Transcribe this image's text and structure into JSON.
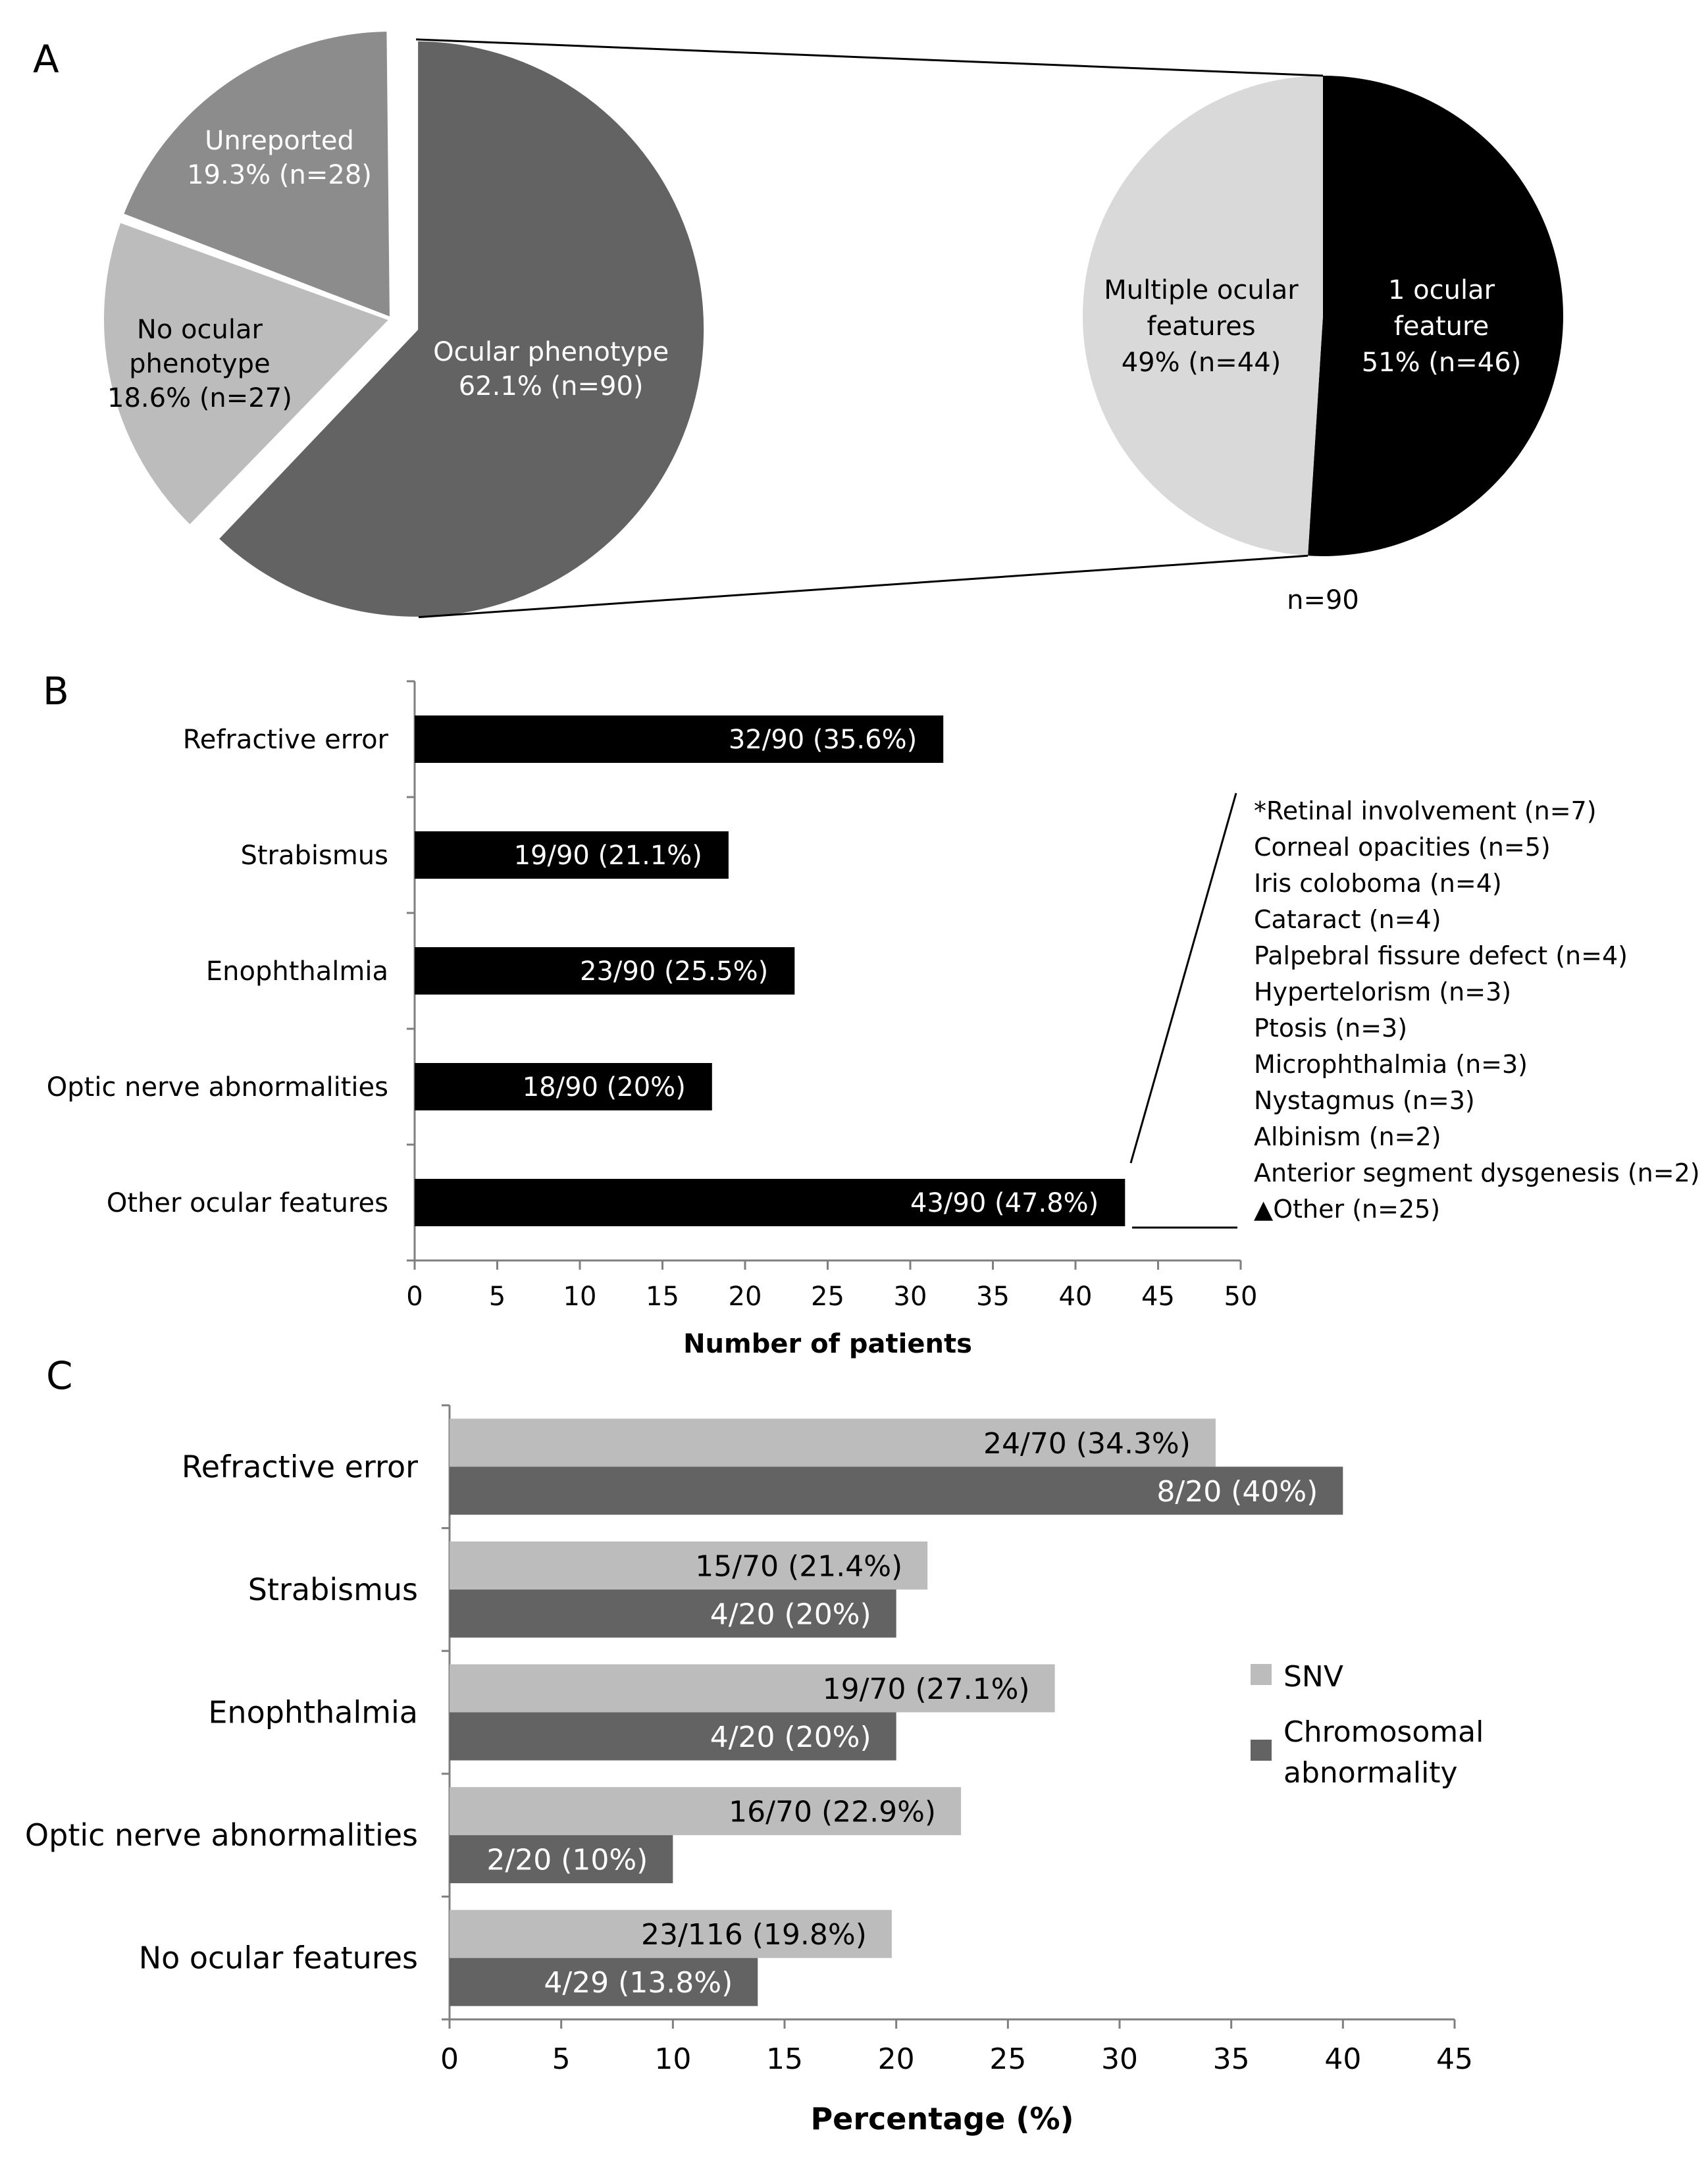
{
  "panels": {
    "a": "A",
    "b": "B",
    "c": "C"
  },
  "chart_data": [
    {
      "type": "pie",
      "panel": "A",
      "slices": [
        {
          "label_lines": [
            "Ocular phenotype",
            "62.1% (n=90)"
          ],
          "value": 62.1,
          "color": "#636363",
          "exploded": true,
          "label_color": "#ffffff"
        },
        {
          "label_lines": [
            "No ocular",
            "phenotype",
            "18.6% (n=27)"
          ],
          "value": 18.6,
          "color": "#bcbcbc",
          "exploded": false,
          "label_color": "#000000"
        },
        {
          "label_lines": [
            "Unreported",
            "19.3% (n=28)"
          ],
          "value": 19.3,
          "color": "#8c8c8c",
          "exploded": false,
          "label_color": "#ffffff"
        }
      ]
    },
    {
      "type": "pie",
      "panel": "A",
      "note": "n=90",
      "slices": [
        {
          "label_lines": [
            "1 ocular",
            "feature",
            "51% (n=46)"
          ],
          "value": 51,
          "color": "#000000",
          "label_color": "#ffffff"
        },
        {
          "label_lines": [
            "Multiple ocular",
            "features",
            "49% (n=44)"
          ],
          "value": 49,
          "color": "#d9d9d9",
          "label_color": "#000000"
        }
      ]
    },
    {
      "type": "bar",
      "panel": "B",
      "orientation": "horizontal",
      "categories": [
        "Refractive error",
        "Strabismus",
        "Enophthalmia",
        "Optic nerve abnormalities",
        "Other ocular features"
      ],
      "values": [
        32,
        19,
        23,
        18,
        43
      ],
      "data_labels": [
        "32/90 (35.6%)",
        "19/90 (21.1%)",
        "23/90 (25.5%)",
        "18/90 (20%)",
        "43/90 (47.8%)"
      ],
      "xlabel": "Number of patients",
      "xlim": [
        0,
        50
      ],
      "xticks": [
        "0",
        "5",
        "10",
        "15",
        "20",
        "25",
        "30",
        "35",
        "40",
        "45",
        "50"
      ],
      "bar_color": "#000000",
      "annotation_list": [
        "*Retinal involvement (n=7)",
        "Corneal opacities (n=5)",
        "Iris coloboma (n=4)",
        "Cataract (n=4)",
        "Palpebral fissure defect (n=4)",
        "Hypertelorism (n=3)",
        "Ptosis (n=3)",
        "Microphthalmia (n=3)",
        "Nystagmus (n=3)",
        "Albinism (n=2)",
        "Anterior segment dysgenesis (n=2)",
        "▲Other (n=25)"
      ]
    },
    {
      "type": "bar",
      "panel": "C",
      "orientation": "horizontal",
      "categories": [
        "Refractive error",
        "Strabismus",
        "Enophthalmia",
        "Optic nerve abnormalities",
        "No ocular features"
      ],
      "series": [
        {
          "name": "SNV",
          "color": "#bcbcbc",
          "values": [
            34.3,
            21.4,
            27.1,
            22.9,
            19.8
          ],
          "data_labels": [
            "24/70 (34.3%)",
            "15/70 (21.4%)",
            "19/70 (27.1%)",
            "16/70 (22.9%)",
            "23/116 (19.8%)"
          ]
        },
        {
          "name": "Chromosomal abnormality",
          "color": "#636363",
          "values": [
            40,
            20,
            20,
            10,
            13.8
          ],
          "data_labels": [
            "8/20 (40%)",
            "4/20 (20%)",
            "4/20 (20%)",
            "2/20 (10%)",
            "4/29 (13.8%)"
          ]
        }
      ],
      "legend_lines": [
        [
          "SNV"
        ],
        [
          "Chromosomal",
          "abnormality"
        ]
      ],
      "legend_position": "right",
      "xlabel": "Percentage (%)",
      "xlim": [
        0,
        45
      ],
      "xticks": [
        "0",
        "5",
        "10",
        "15",
        "20",
        "25",
        "30",
        "35",
        "40",
        "45"
      ]
    }
  ]
}
